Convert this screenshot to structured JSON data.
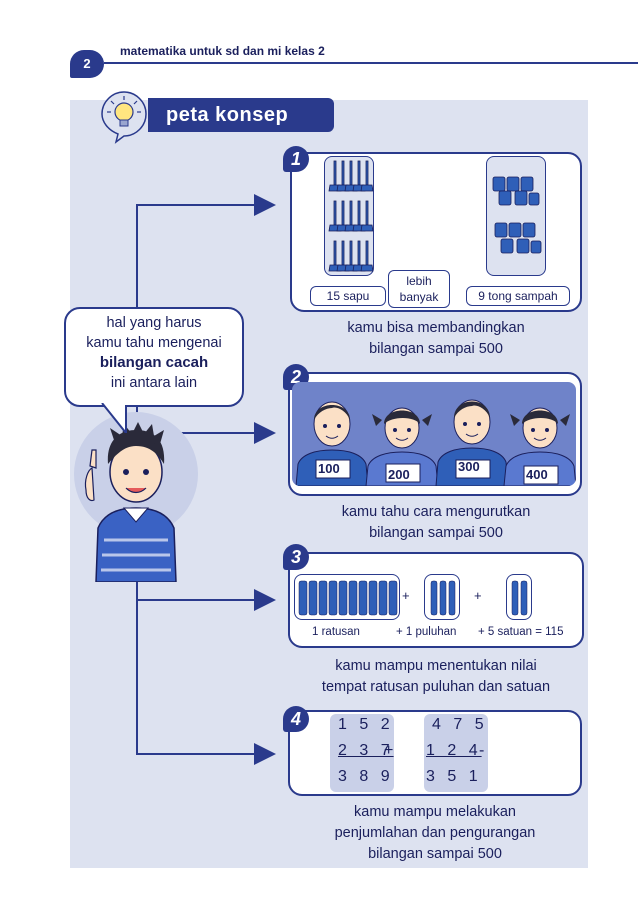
{
  "header": {
    "page_number": "2",
    "book_title": "matematika untuk sd dan mi kelas 2"
  },
  "banner": {
    "title": "peta konsep"
  },
  "speech": {
    "line1": "hal yang harus",
    "line2": "kamu tahu mengenai",
    "line3": "bilangan  cacah",
    "line4": "ini antara lain"
  },
  "items": [
    {
      "number": "1",
      "left_label": "15 sapu",
      "middle_label_1": "lebih",
      "middle_label_2": "banyak",
      "right_label": "9 tong sampah",
      "caption_1": "kamu bisa membandingkan",
      "caption_2": "bilangan sampai 500"
    },
    {
      "number": "2",
      "shirt_numbers": [
        "100",
        "200",
        "300",
        "400"
      ],
      "caption_1": "kamu tahu cara mengurutkan",
      "caption_2": "bilangan sampai 500"
    },
    {
      "number": "3",
      "plus_1": "+",
      "plus_2": "+",
      "label_ratusan": "1 ratusan",
      "label_puluhan": "+ 1 puluhan",
      "label_satuan": "+ 5 satuan = 115",
      "caption_1": "kamu mampu menentukan nilai",
      "caption_2": "tempat ratusan puluhan dan satuan"
    },
    {
      "number": "4",
      "add_top": "1 5 2",
      "add_bottom": "2 3 7",
      "add_op": "+",
      "add_result": "3 8 9",
      "sub_top": "4 7 5",
      "sub_bottom": "1 2 4",
      "sub_op": "-",
      "sub_result": "3 5 1",
      "caption_1": "kamu mampu melakukan",
      "caption_2": "penjumlahan dan pengurangan",
      "caption_3": "bilangan sampai 500"
    }
  ],
  "colors": {
    "navy": "#2a3a8c",
    "panel": "#dde2f0",
    "shirt_blue": "#2f5fb8"
  }
}
